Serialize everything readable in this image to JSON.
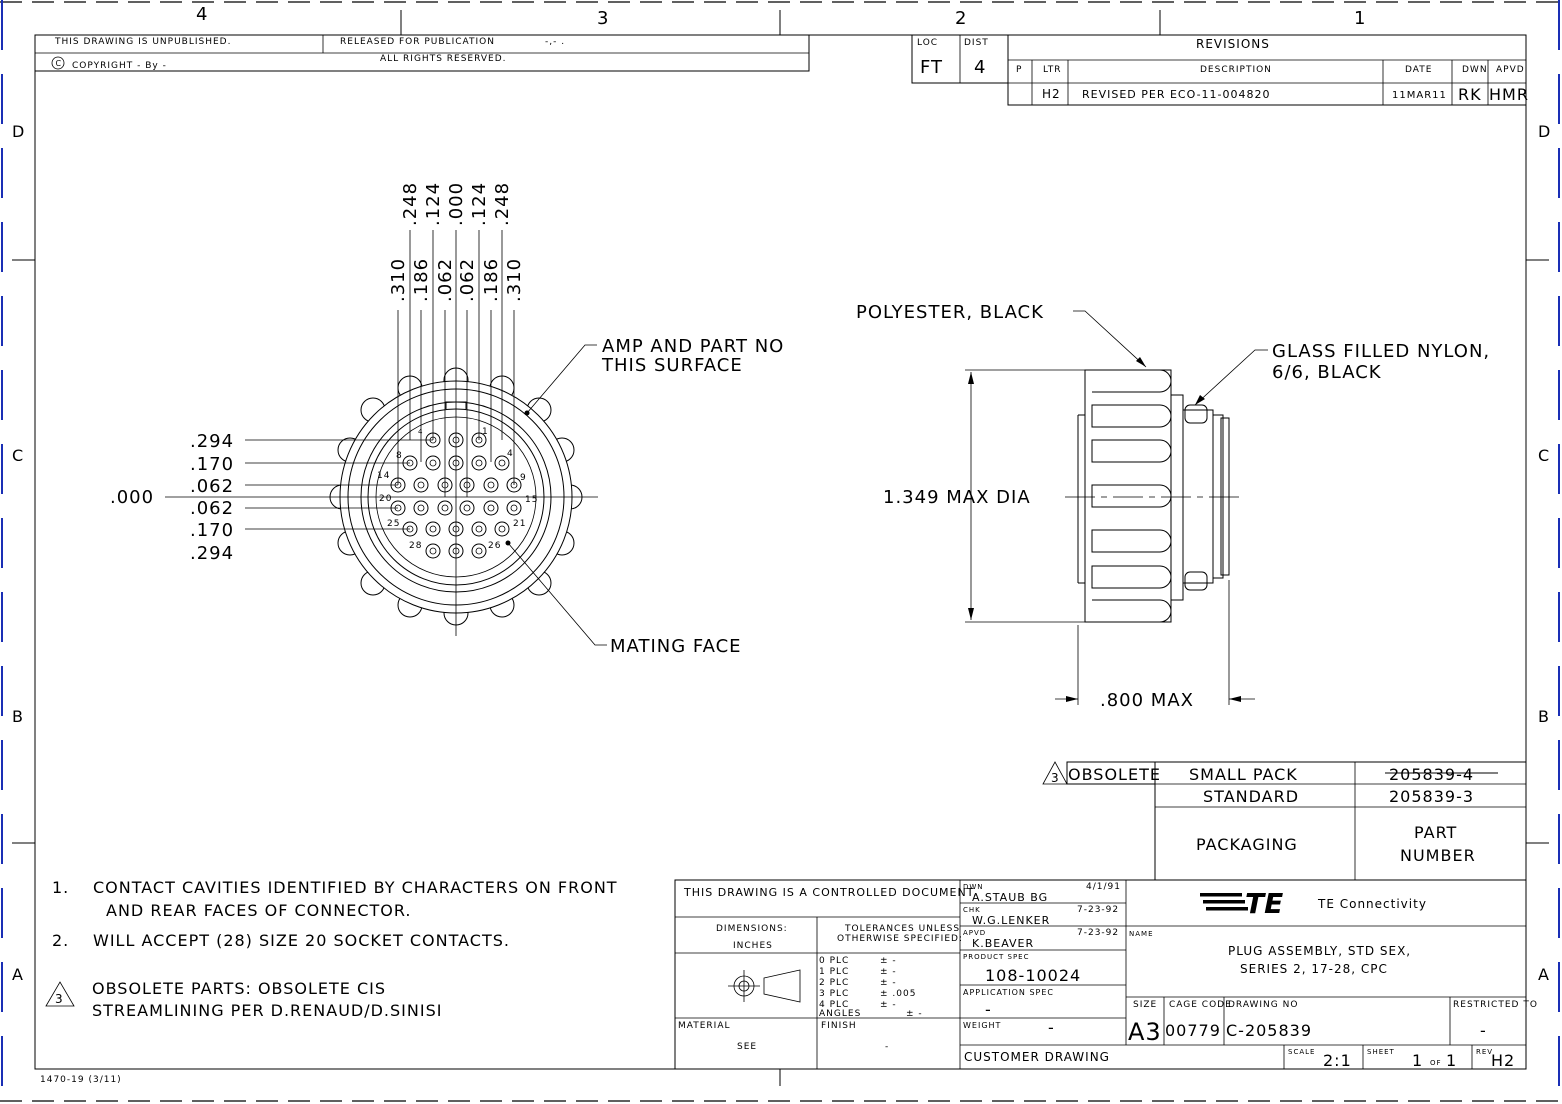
{
  "zones": {
    "columns": [
      "4",
      "3",
      "2",
      "1"
    ],
    "rows": [
      "D",
      "C",
      "B",
      "A"
    ]
  },
  "header": {
    "unpublished": "THIS DRAWING IS UNPUBLISHED.",
    "copyright": "COPYRIGHT  -    By -",
    "released": "RELEASED FOR PUBLICATION",
    "release_date": "-,-  .",
    "rights": "ALL RIGHTS RESERVED.",
    "loc_label": "LOC",
    "loc_value": "FT",
    "dist_label": "DIST",
    "dist_value": "4"
  },
  "revisions": {
    "title": "REVISIONS",
    "headers": [
      "P",
      "LTR",
      "DESCRIPTION",
      "DATE",
      "DWN",
      "APVD"
    ],
    "rows": [
      {
        "p": "",
        "ltr": "H2",
        "description": "REVISED PER ECO-11-004820",
        "date": "11MAR11",
        "dwn": "RK",
        "apvd": "HMR"
      }
    ]
  },
  "front_view": {
    "top_dims_upper": [
      ".248",
      ".124",
      ".000",
      ".124",
      ".248"
    ],
    "top_dims_lower": [
      ".310",
      ".186",
      ".062",
      ".062",
      ".186",
      ".310"
    ],
    "left_dims": [
      ".294",
      ".170",
      ".062",
      ".000",
      ".062",
      ".170",
      ".294"
    ],
    "cavity_labels": [
      "1",
      "4",
      "8",
      "9",
      "14",
      "15",
      "20",
      "21",
      "25",
      "26",
      "28"
    ],
    "note_amp": "AMP AND PART NO",
    "note_amp2": "THIS SURFACE",
    "note_mating": "MATING FACE"
  },
  "side_view": {
    "material1": "POLYESTER, BLACK",
    "material2a": "GLASS FILLED NYLON,",
    "material2b": "6/6, BLACK",
    "dia_dim": "1.349  MAX  DIA",
    "length_dim": ".800  MAX"
  },
  "part_table": {
    "obsolete_flag": "3",
    "obsolete": "OBSOLETE",
    "rows": [
      {
        "packaging": "SMALL PACK",
        "part": "205839-4"
      },
      {
        "packaging": "STANDARD",
        "part": "205839-3"
      }
    ],
    "head_packaging": "PACKAGING",
    "head_part1": "PART",
    "head_part2": "NUMBER"
  },
  "notes": {
    "n1_num": "1.",
    "n1_line1": "CONTACT CAVITIES IDENTIFIED BY CHARACTERS ON FRONT",
    "n1_line2": "AND REAR FACES OF CONNECTOR.",
    "n2_num": "2.",
    "n2_line1": "WILL ACCEPT (28) SIZE 20 SOCKET CONTACTS.",
    "n3_flag": "3",
    "n3_line1": "OBSOLETE PARTS: OBSOLETE CIS",
    "n3_line2": "STREAMLINING PER D.RENAUD/D.SINISI"
  },
  "title_block": {
    "controlled": "THIS DRAWING IS A CONTROLLED DOCUMENT.",
    "dimensions_label": "DIMENSIONS:",
    "dimensions_unit": "INCHES",
    "tolerances1": "TOLERANCES UNLESS",
    "tolerances2": "OTHERWISE SPECIFIED:",
    "tol_rows": [
      {
        "plc": "0  PLC",
        "val": "± -"
      },
      {
        "plc": "1  PLC",
        "val": "± -"
      },
      {
        "plc": "2  PLC",
        "val": "± -"
      },
      {
        "plc": "3  PLC",
        "val": "± .005"
      },
      {
        "plc": "4  PLC",
        "val": "± -"
      }
    ],
    "angles": "ANGLES",
    "angles_val": "± -",
    "material_label": "MATERIAL",
    "material_val": "SEE",
    "finish_label": "FINISH",
    "finish_val": "-",
    "dwn_label": "DWN",
    "dwn_name": "A.STAUB BG",
    "dwn_date": "4/1/91",
    "chk_label": "CHK",
    "chk_name": "W.G.LENKER",
    "chk_date": "7-23-92",
    "apvd_label": "APVD",
    "apvd_name": "K.BEAVER",
    "apvd_date": "7-23-92",
    "product_spec_label": "PRODUCT SPEC",
    "product_spec": "108-10024",
    "app_spec_label": "APPLICATION SPEC",
    "app_spec": "-",
    "weight_label": "WEIGHT",
    "weight": "-",
    "customer": "CUSTOMER DRAWING",
    "logo": "TE",
    "company": "TE Connectivity",
    "name_label": "NAME",
    "name1": "PLUG ASSEMBLY, STD SEX,",
    "name2": "SERIES 2, 17-28, CPC",
    "size_label": "SIZE",
    "size": "A3",
    "cage_label": "CAGE CODE",
    "cage": "00779",
    "dwgno_label": "DRAWING NO",
    "dwgno": "C-205839",
    "restricted_label": "RESTRICTED TO",
    "restricted": "-",
    "scale_label": "SCALE",
    "scale": "2:1",
    "sheet_label": "SHEET",
    "sheet": "1",
    "sheet_of": "OF",
    "sheet_total": "1",
    "rev_label": "REV",
    "rev": "H2"
  },
  "form_no": "1470-19  (3/11)"
}
